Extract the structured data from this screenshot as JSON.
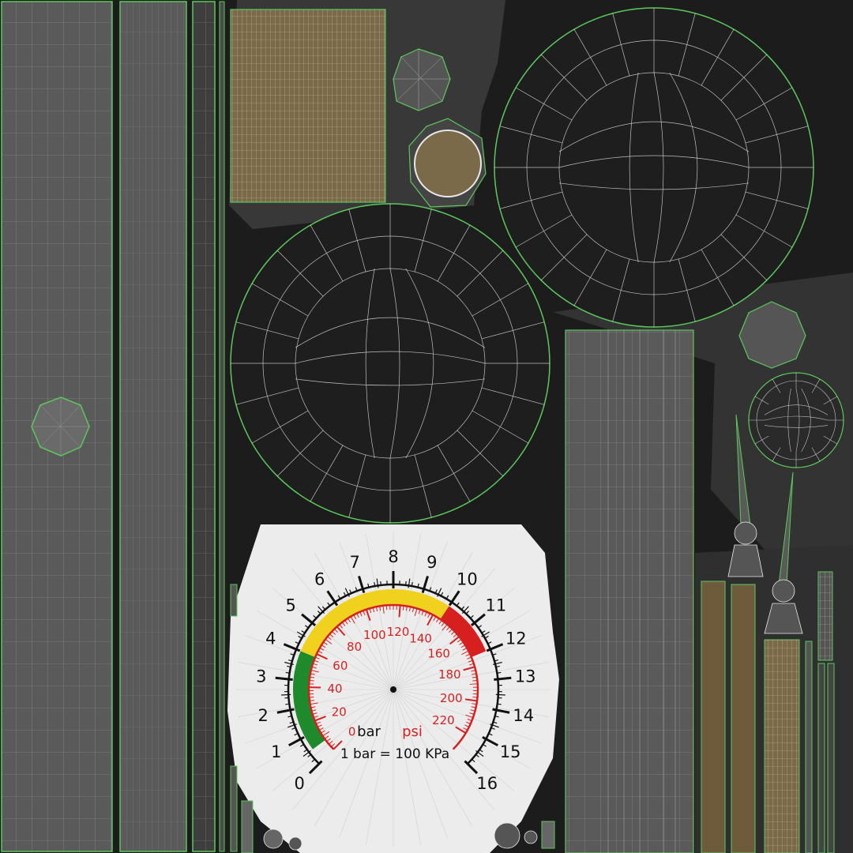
{
  "colors": {
    "background": "#1c1c1c",
    "panel_gray": "#5a5a5a",
    "panel_dark": "#3c3c3c",
    "wireframe_green": "#5cc85c",
    "wireframe_white": "#e8e8e8",
    "brown": "#7a6a4a",
    "gauge_face": "#ececec",
    "gauge_black": "#111111",
    "gauge_red": "#d62020",
    "gauge_yellow": "#f0d21e",
    "gauge_green": "#1e8a2c"
  },
  "gauge": {
    "outer_scale": {
      "min": 0,
      "max": 16,
      "labels": [
        "0",
        "1",
        "2",
        "3",
        "4",
        "5",
        "6",
        "7",
        "8",
        "9",
        "10",
        "11",
        "12",
        "13",
        "14",
        "15",
        "16"
      ]
    },
    "inner_scale": {
      "min": 0,
      "max": 220,
      "labels": [
        "0",
        "20",
        "40",
        "60",
        "80",
        "100",
        "120",
        "140",
        "160",
        "180",
        "200",
        "220"
      ]
    },
    "zones": [
      {
        "name": "green",
        "from": 0.5,
        "to": 4
      },
      {
        "name": "yellow",
        "from": 4,
        "to": 10
      },
      {
        "name": "red",
        "from": 10,
        "to": 12
      }
    ],
    "unit_bar": "bar",
    "unit_psi": "psi",
    "conversion": "1 bar = 100 KPa"
  }
}
